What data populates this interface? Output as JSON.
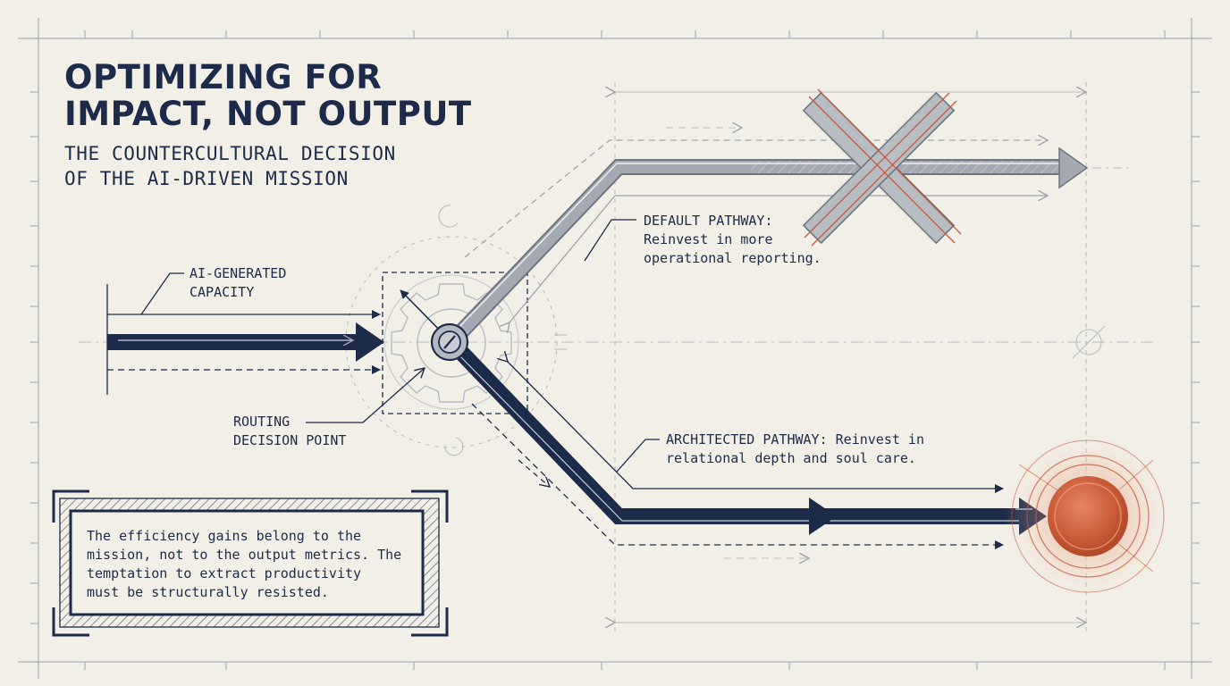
{
  "title_line1": "OPTIMIZING FOR",
  "title_line2": "IMPACT, NOT OUTPUT",
  "subtitle_line1": "THE COUNTERCULTURAL DECISION",
  "subtitle_line2": "OF THE AI-DRIVEN MISSION",
  "input": {
    "line1": "AI-GENERATED",
    "line2": "CAPACITY"
  },
  "router": {
    "line1": "ROUTING",
    "line2": "DECISION POINT"
  },
  "default_pathway": {
    "line1": "DEFAULT PATHWAY:",
    "line2": "Reinvest in more",
    "line3": "operational reporting."
  },
  "architected_pathway": {
    "line1": "ARCHITECTED PATHWAY: Reinvest in",
    "line2": "relational depth and soul care."
  },
  "note": {
    "line1": "The efficiency gains belong to the",
    "line2": "mission, not to the output metrics. The",
    "line3": "temptation to extract productivity",
    "line4": "must be structurally resisted."
  },
  "colors": {
    "background": "#f2efe6",
    "navy": "#1c2b49",
    "grey_path": "#a4a9b3",
    "rejection": "#c8583c",
    "target": "#c95a35"
  },
  "icons": [
    "rejected-x-icon",
    "target-circle-icon",
    "gear-icon",
    "switch-pivot-icon"
  ]
}
